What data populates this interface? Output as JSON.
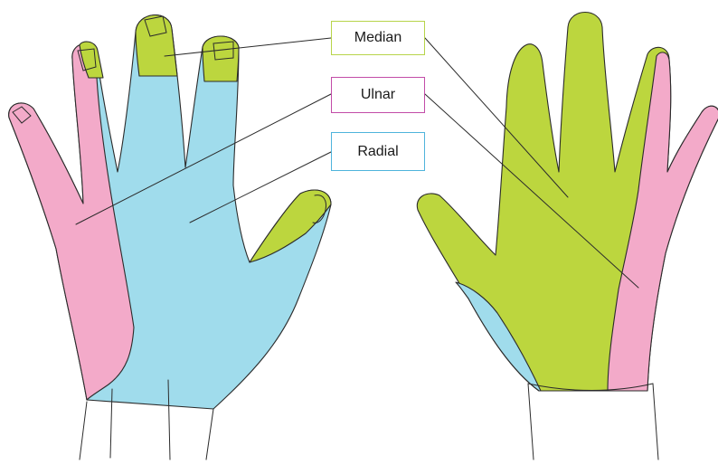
{
  "diagram": {
    "labels": {
      "median": "Median",
      "ulnar": "Ulnar",
      "radial": "Radial"
    },
    "colors": {
      "median": "#bcd63e",
      "ulnar": "#f3aac9",
      "radial": "#a0dcec",
      "median_border": "#b7d44a",
      "ulnar_border": "#c24ca8",
      "radial_border": "#4fb4dc",
      "outline": "#2b2b2b"
    }
  }
}
